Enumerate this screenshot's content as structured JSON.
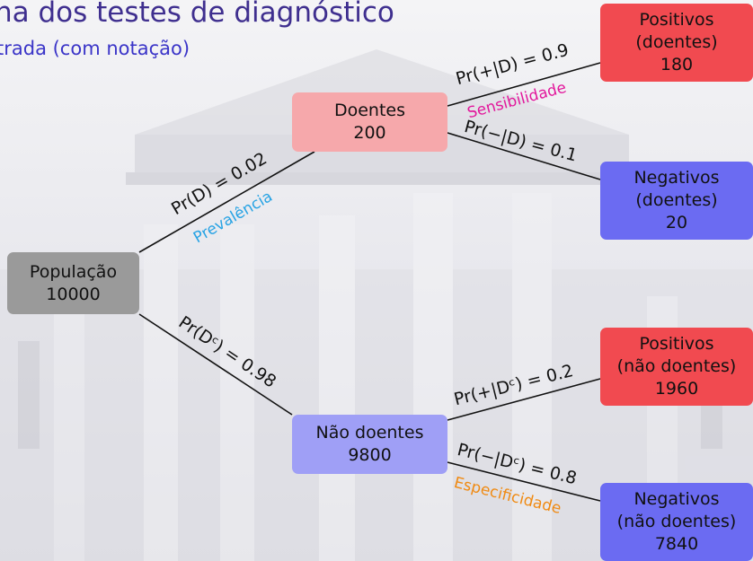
{
  "header": {
    "title": "na dos testes de diagnóstico",
    "subtitle": "trada (com notação)"
  },
  "nodes": {
    "population": {
      "name": "População",
      "count": "10000"
    },
    "diseased": {
      "name": "Doentes",
      "count": "200"
    },
    "healthy": {
      "name": "Não doentes",
      "count": "9800"
    },
    "pos_diseased": {
      "line1": "Positivos",
      "line2": "(doentes)",
      "count": "180"
    },
    "neg_diseased": {
      "line1": "Negativos",
      "line2": "(doentes)",
      "count": "20"
    },
    "pos_healthy": {
      "line1": "Positivos",
      "line2": "(não doentes)",
      "count": "1960"
    },
    "neg_healthy": {
      "line1": "Negativos",
      "line2": "(não doentes)",
      "count": "7840"
    }
  },
  "edges": {
    "prevalence": {
      "prob": "Pr(D) = 0.02",
      "label": "Prevalência"
    },
    "complement": {
      "prob": "Pr(Dᶜ) = 0.98"
    },
    "sensitivity": {
      "prob": "Pr(+|D) = 0.9",
      "label": "Sensibilidade"
    },
    "false_negative": {
      "prob": "Pr(−|D) = 0.1"
    },
    "false_positive": {
      "prob": "Pr(+|Dᶜ) = 0.2"
    },
    "specificity": {
      "prob": "Pr(−|Dᶜ) = 0.8",
      "label": "Especificidade"
    }
  },
  "colors": {
    "title": "#3f2f8f",
    "subtitle": "#3b35c8",
    "population": "#9a9a9a",
    "diseased": "#f6a8ab",
    "healthy": "#9f9ff6",
    "positive": "#f14a50",
    "negative": "#6b6bf2",
    "sensitivity": "#e2189c",
    "prevalence": "#27a3e4",
    "specificity": "#f08a12"
  }
}
